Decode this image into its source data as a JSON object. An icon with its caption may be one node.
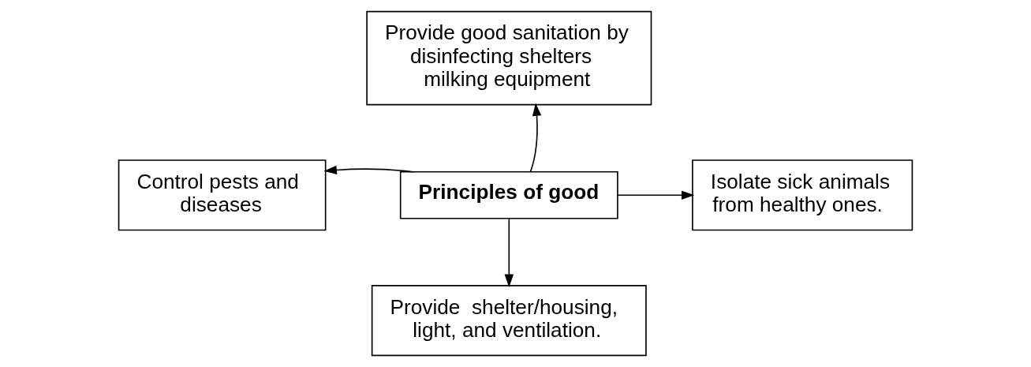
{
  "diagram": {
    "nodes": [
      {
        "text": [
          "Principles of good"
        ]
      },
      {
        "text": [
          "Provide good sanitation by disinfecting shelters milking equipment"
        ]
      },
      {
        "text": [
          "Control pests and diseases"
        ]
      },
      {
        "text": [
          "Isolate sick animals from healthy ones."
        ]
      },
      {
        "text": [
          "Provide  shelter/housing, light, and ventilation."
        ]
      }
    ],
    "edges": [
      {
        "from": 0,
        "to": 1,
        "arrow": "to"
      },
      {
        "from": 0,
        "to": 2,
        "arrow": "to"
      },
      {
        "from": 0,
        "to": 3,
        "arrow": "to"
      },
      {
        "from": 0,
        "to": 4,
        "arrow": "to"
      }
    ]
  }
}
